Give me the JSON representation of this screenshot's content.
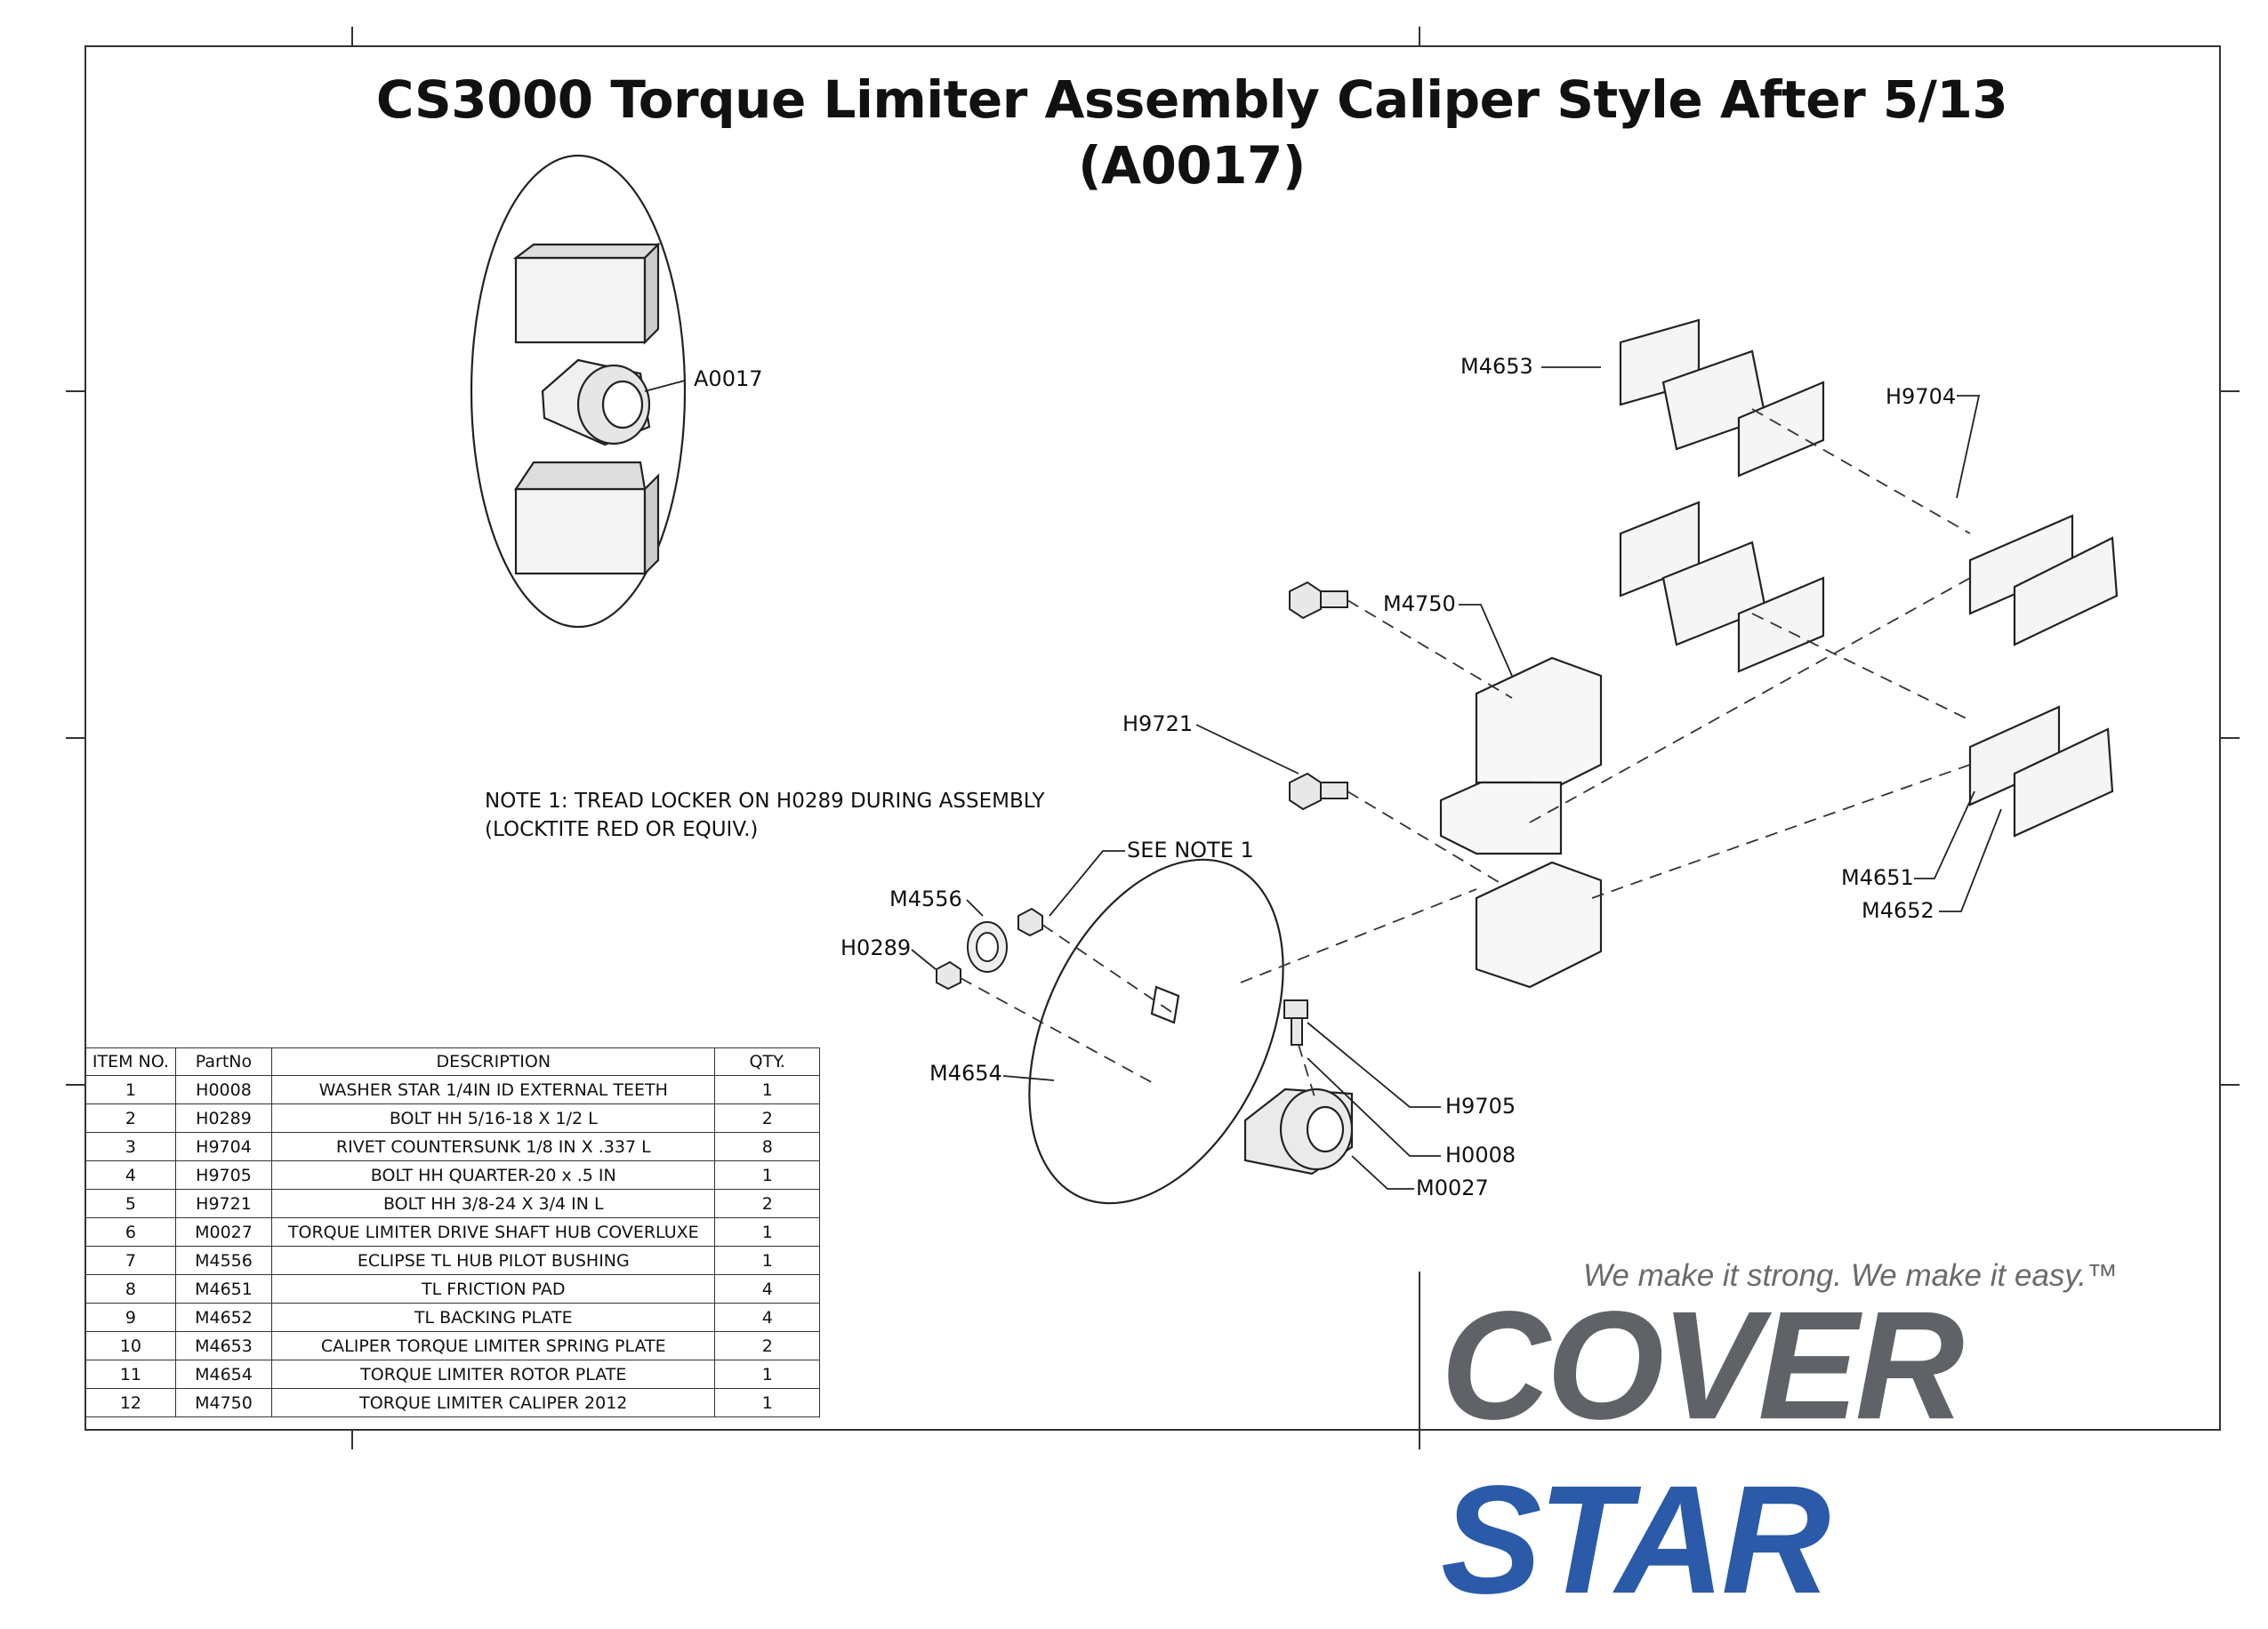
{
  "title": {
    "line1": "CS3000 Torque Limiter Assembly Caliper Style After 5/13",
    "line2": "(A0017)"
  },
  "note": {
    "line1": "NOTE 1: TREAD LOCKER ON H0289 DURING ASSEMBLY",
    "line2": "(LOCKTITE RED OR EQUIV.)"
  },
  "callouts": {
    "a0017": "A0017",
    "m4653": "M4653",
    "h9704": "H9704",
    "m4750": "M4750",
    "h9721": "H9721",
    "see_note": "SEE NOTE 1",
    "m4556": "M4556",
    "h0289": "H0289",
    "m4654": "M4654",
    "h9705": "H9705",
    "h0008": "H0008",
    "m0027": "M0027",
    "m4651": "M4651",
    "m4652": "M4652"
  },
  "bom": {
    "headers": [
      "ITEM NO.",
      "PartNo",
      "DESCRIPTION",
      "QTY."
    ],
    "rows": [
      [
        "1",
        "H0008",
        "WASHER STAR 1/4IN ID EXTERNAL TEETH",
        "1"
      ],
      [
        "2",
        "H0289",
        "BOLT HH 5/16-18 X 1/2 L",
        "2"
      ],
      [
        "3",
        "H9704",
        "RIVET COUNTERSUNK 1/8 IN X .337 L",
        "8"
      ],
      [
        "4",
        "H9705",
        "BOLT HH QUARTER-20 x .5 IN",
        "1"
      ],
      [
        "5",
        "H9721",
        "BOLT HH 3/8-24 X 3/4 IN L",
        "2"
      ],
      [
        "6",
        "M0027",
        "TORQUE LIMITER DRIVE SHAFT HUB COVERLUXE",
        "1"
      ],
      [
        "7",
        "M4556",
        "ECLIPSE TL HUB PILOT BUSHING",
        "1"
      ],
      [
        "8",
        "M4651",
        "TL FRICTION PAD",
        "4"
      ],
      [
        "9",
        "M4652",
        "TL BACKING PLATE",
        "4"
      ],
      [
        "10",
        "M4653",
        "CALIPER TORQUE LIMITER SPRING PLATE",
        "2"
      ],
      [
        "11",
        "M4654",
        "TORQUE LIMITER ROTOR PLATE",
        "1"
      ],
      [
        "12",
        "M4750",
        "TORQUE LIMITER CALIPER 2012",
        "1"
      ]
    ]
  },
  "brand": {
    "tagline": "We make it strong. We make it easy.™",
    "word1": "COVER",
    "word2": "STAR",
    "color_grey": "#5f6266",
    "color_blue": "#2a5aa8"
  }
}
